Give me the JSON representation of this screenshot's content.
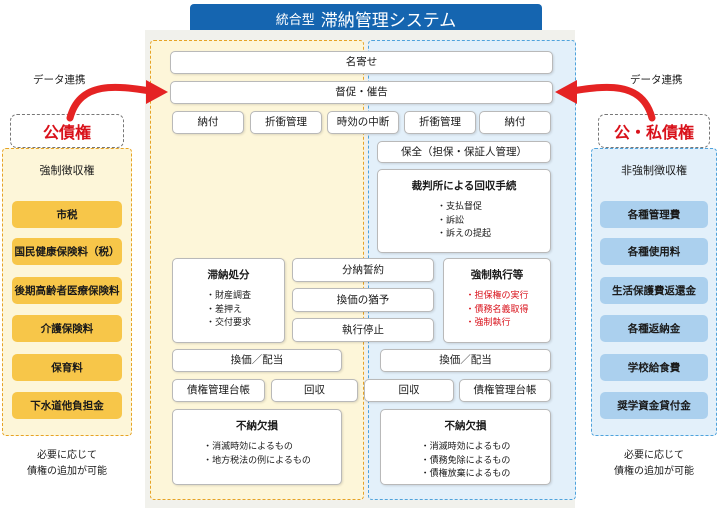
{
  "header": {
    "prefix": "統合型",
    "title": "滞納管理システム"
  },
  "top": {
    "name_match": "名寄せ",
    "dunning": "督促・催告"
  },
  "row1": [
    "納付",
    "折衝管理",
    "時効の中断",
    "折衝管理",
    "納付"
  ],
  "right": {
    "guarantee": "保全（担保・保証人管理）",
    "court": {
      "title": "裁判所による回収手続",
      "items": [
        "支払督促",
        "訴訟",
        "訴えの提起"
      ]
    },
    "enforcement": {
      "title": "強制執行等",
      "items": [
        "担保権の実行",
        "債務名義取得",
        "強制執行"
      ]
    },
    "liquidation": "換価／配当",
    "writeoff": {
      "title": "不納欠損",
      "items": [
        "消滅時効によるもの",
        "債務免除によるもの",
        "債権放棄によるもの"
      ]
    }
  },
  "left": {
    "disposition": {
      "title": "滞納処分",
      "items": [
        "財産調査",
        "差押え",
        "交付要求"
      ]
    },
    "liquidation": "換価／配当",
    "writeoff": {
      "title": "不納欠損",
      "items": [
        "消滅時効によるもの",
        "地方税法の例によるもの"
      ]
    }
  },
  "middle": {
    "installment": "分納誓約",
    "deferral": "換価の猶予",
    "suspension": "執行停止"
  },
  "row_ledger": [
    "債権管理台帳",
    "回収",
    "回収",
    "債権管理台帳"
  ],
  "side_left": {
    "link_label": "データ連携",
    "title": "公債権",
    "subtitle": "強制徴収権",
    "items": [
      "市税",
      "国民健康保険料（税）",
      "後期高齢者医療保険料",
      "介護保険料",
      "保育料",
      "下水道他負担金"
    ],
    "note": [
      "必要に応じて",
      "債権の追加が可能"
    ]
  },
  "side_right": {
    "link_label": "データ連携",
    "title": "公・私債権",
    "subtitle": "非強制徴収権",
    "items": [
      "各種管理費",
      "各種使用料",
      "生活保護費返還金",
      "各種返納金",
      "学校給食費",
      "奨学資金貸付金"
    ],
    "note": [
      "必要に応じて",
      "債権の追加が可能"
    ]
  },
  "colors": {
    "header": "#1565b0",
    "public": "#f7c649",
    "private": "#abd0ee",
    "accent_red": "#d9121b"
  }
}
